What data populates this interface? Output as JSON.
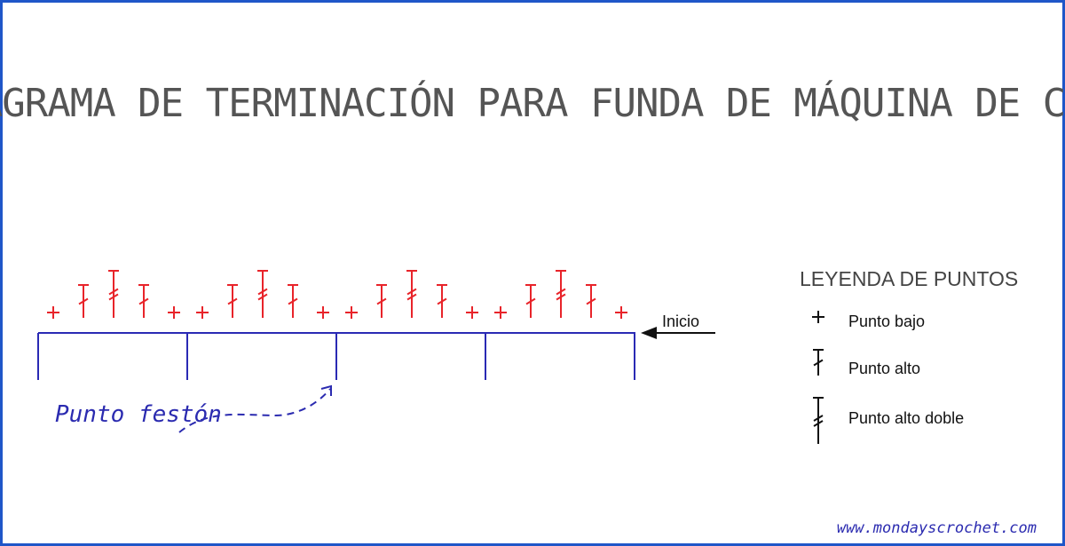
{
  "title": "DIAGRAMA DE TERMINACIÓN PARA FUNDA DE MÁQUINA DE COSER",
  "start_label": "Inicio",
  "stitch_note": "Punto festón",
  "footer_url": "www.mondayscrochet.com",
  "legend": {
    "title": "LEYENDA DE PUNTOS",
    "items": [
      {
        "symbol": "plus-stitch",
        "label": "Punto bajo"
      },
      {
        "symbol": "treble-stitch",
        "label": "Punto alto"
      },
      {
        "symbol": "double-treble-stitch",
        "label": "Punto alto doble"
      }
    ]
  },
  "pattern": {
    "repeats": 4,
    "sequence": [
      "plus-stitch",
      "treble-stitch",
      "double-treble-stitch",
      "treble-stitch",
      "plus-stitch"
    ]
  },
  "colors": {
    "border": "#1f56c8",
    "stitch": "#e8242a",
    "base_line": "#2a2ab4",
    "note": "#2b2bb0",
    "title": "#555555",
    "legend_symbol": "#111111"
  }
}
